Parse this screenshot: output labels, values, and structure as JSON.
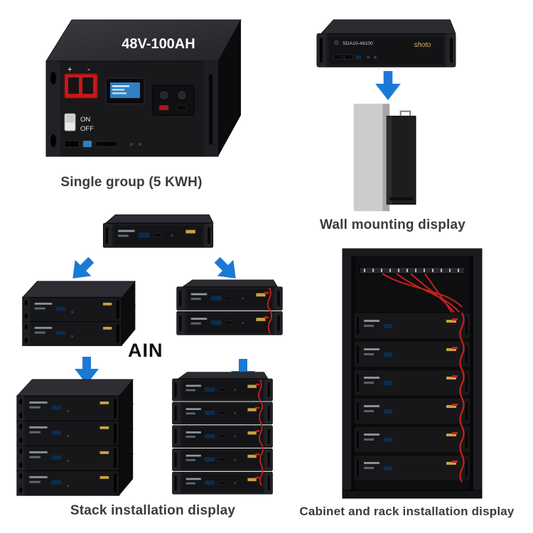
{
  "page": {
    "background": "#ffffff"
  },
  "colors": {
    "arrow_blue": "#1b79d6",
    "caption_text": "#3b3b3b",
    "unit_black": "#18181b",
    "red_connector": "#c4191c",
    "red_cable": "#c52318",
    "brand_gold": "#d7b35a",
    "lcd_blue": "#2f80c2",
    "wall_gray": "#cccccc"
  },
  "single_group": {
    "product_label": "48V-100AH",
    "terminal_plus": "+",
    "terminal_minus": "-",
    "switch_on": "ON",
    "switch_off": "OFF",
    "caption": "Single group (5 KWH)"
  },
  "wall_mounting": {
    "model": "SDA10-48100",
    "brand": "shoto",
    "caption": "Wall mounting display"
  },
  "stack_installation": {
    "center_label": "AIN",
    "caption": "Stack installation display"
  },
  "cabinet_rack": {
    "caption": "Cabinet and rack installation display"
  }
}
